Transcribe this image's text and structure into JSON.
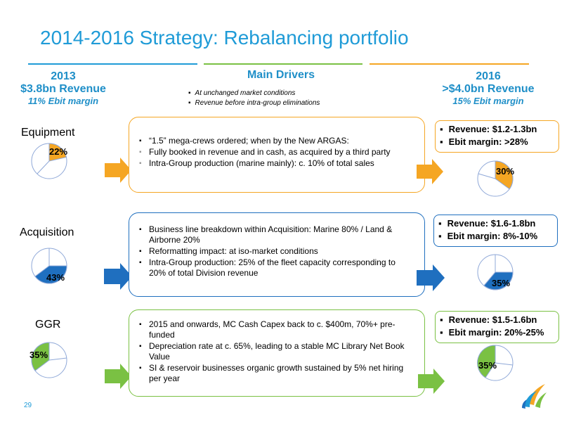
{
  "title": "2014-2016 Strategy: Rebalancing portfolio",
  "colors": {
    "equipment": "#f5a623",
    "acquisition": "#1f6fbf",
    "ggr": "#7ac143",
    "title_blue": "#1f9bd7"
  },
  "left_header": {
    "year": "2013",
    "revenue": "$3.8bn Revenue",
    "margin": "11% Ebit margin"
  },
  "middle_header": {
    "title": "Main Drivers",
    "notes": [
      "At unchanged  market conditions",
      "Revenue before intra-group eliminations"
    ]
  },
  "right_header": {
    "year": "2016",
    "revenue": ">$4.0bn Revenue",
    "margin": "15% Ebit margin"
  },
  "rows": [
    {
      "label": "Equipment",
      "share_2013": "22%",
      "drivers": [
        "“1.5” mega-crews ordered; when by the New ARGAS:",
        "Fully booked in revenue and in cash, as acquired by a third party",
        "Intra-Group production (marine mainly): c. 10% of total sales"
      ],
      "kpi": [
        "Revenue: $1.2-1.3bn",
        "Ebit margin: >28%"
      ],
      "share_2016": "30%"
    },
    {
      "label": "Acquisition",
      "share_2013": "43%",
      "drivers": [
        "Business line breakdown within Acquisition: Marine 80% / Land & Airborne 20%",
        "Reformatting impact: at iso-market conditions",
        "Intra-Group production: 25% of the fleet capacity corresponding to 20% of total Division revenue"
      ],
      "kpi": [
        "Revenue: $1.6-1.8bn",
        "Ebit margin: 8%-10%"
      ],
      "share_2016": "35%"
    },
    {
      "label": "GGR",
      "share_2013": "35%",
      "drivers": [
        "2015 and onwards, MC Cash Capex back to c. $400m, 70%+ pre-funded",
        "Depreciation rate at c. 65%, leading to a stable MC Library Net Book Value",
        "SI & reservoir businesses organic growth sustained by 5% net hiring per year"
      ],
      "kpi": [
        "Revenue: $1.5-1.6bn",
        "Ebit margin: 20%-25%"
      ],
      "share_2016": "35%"
    }
  ],
  "page_number": "29"
}
